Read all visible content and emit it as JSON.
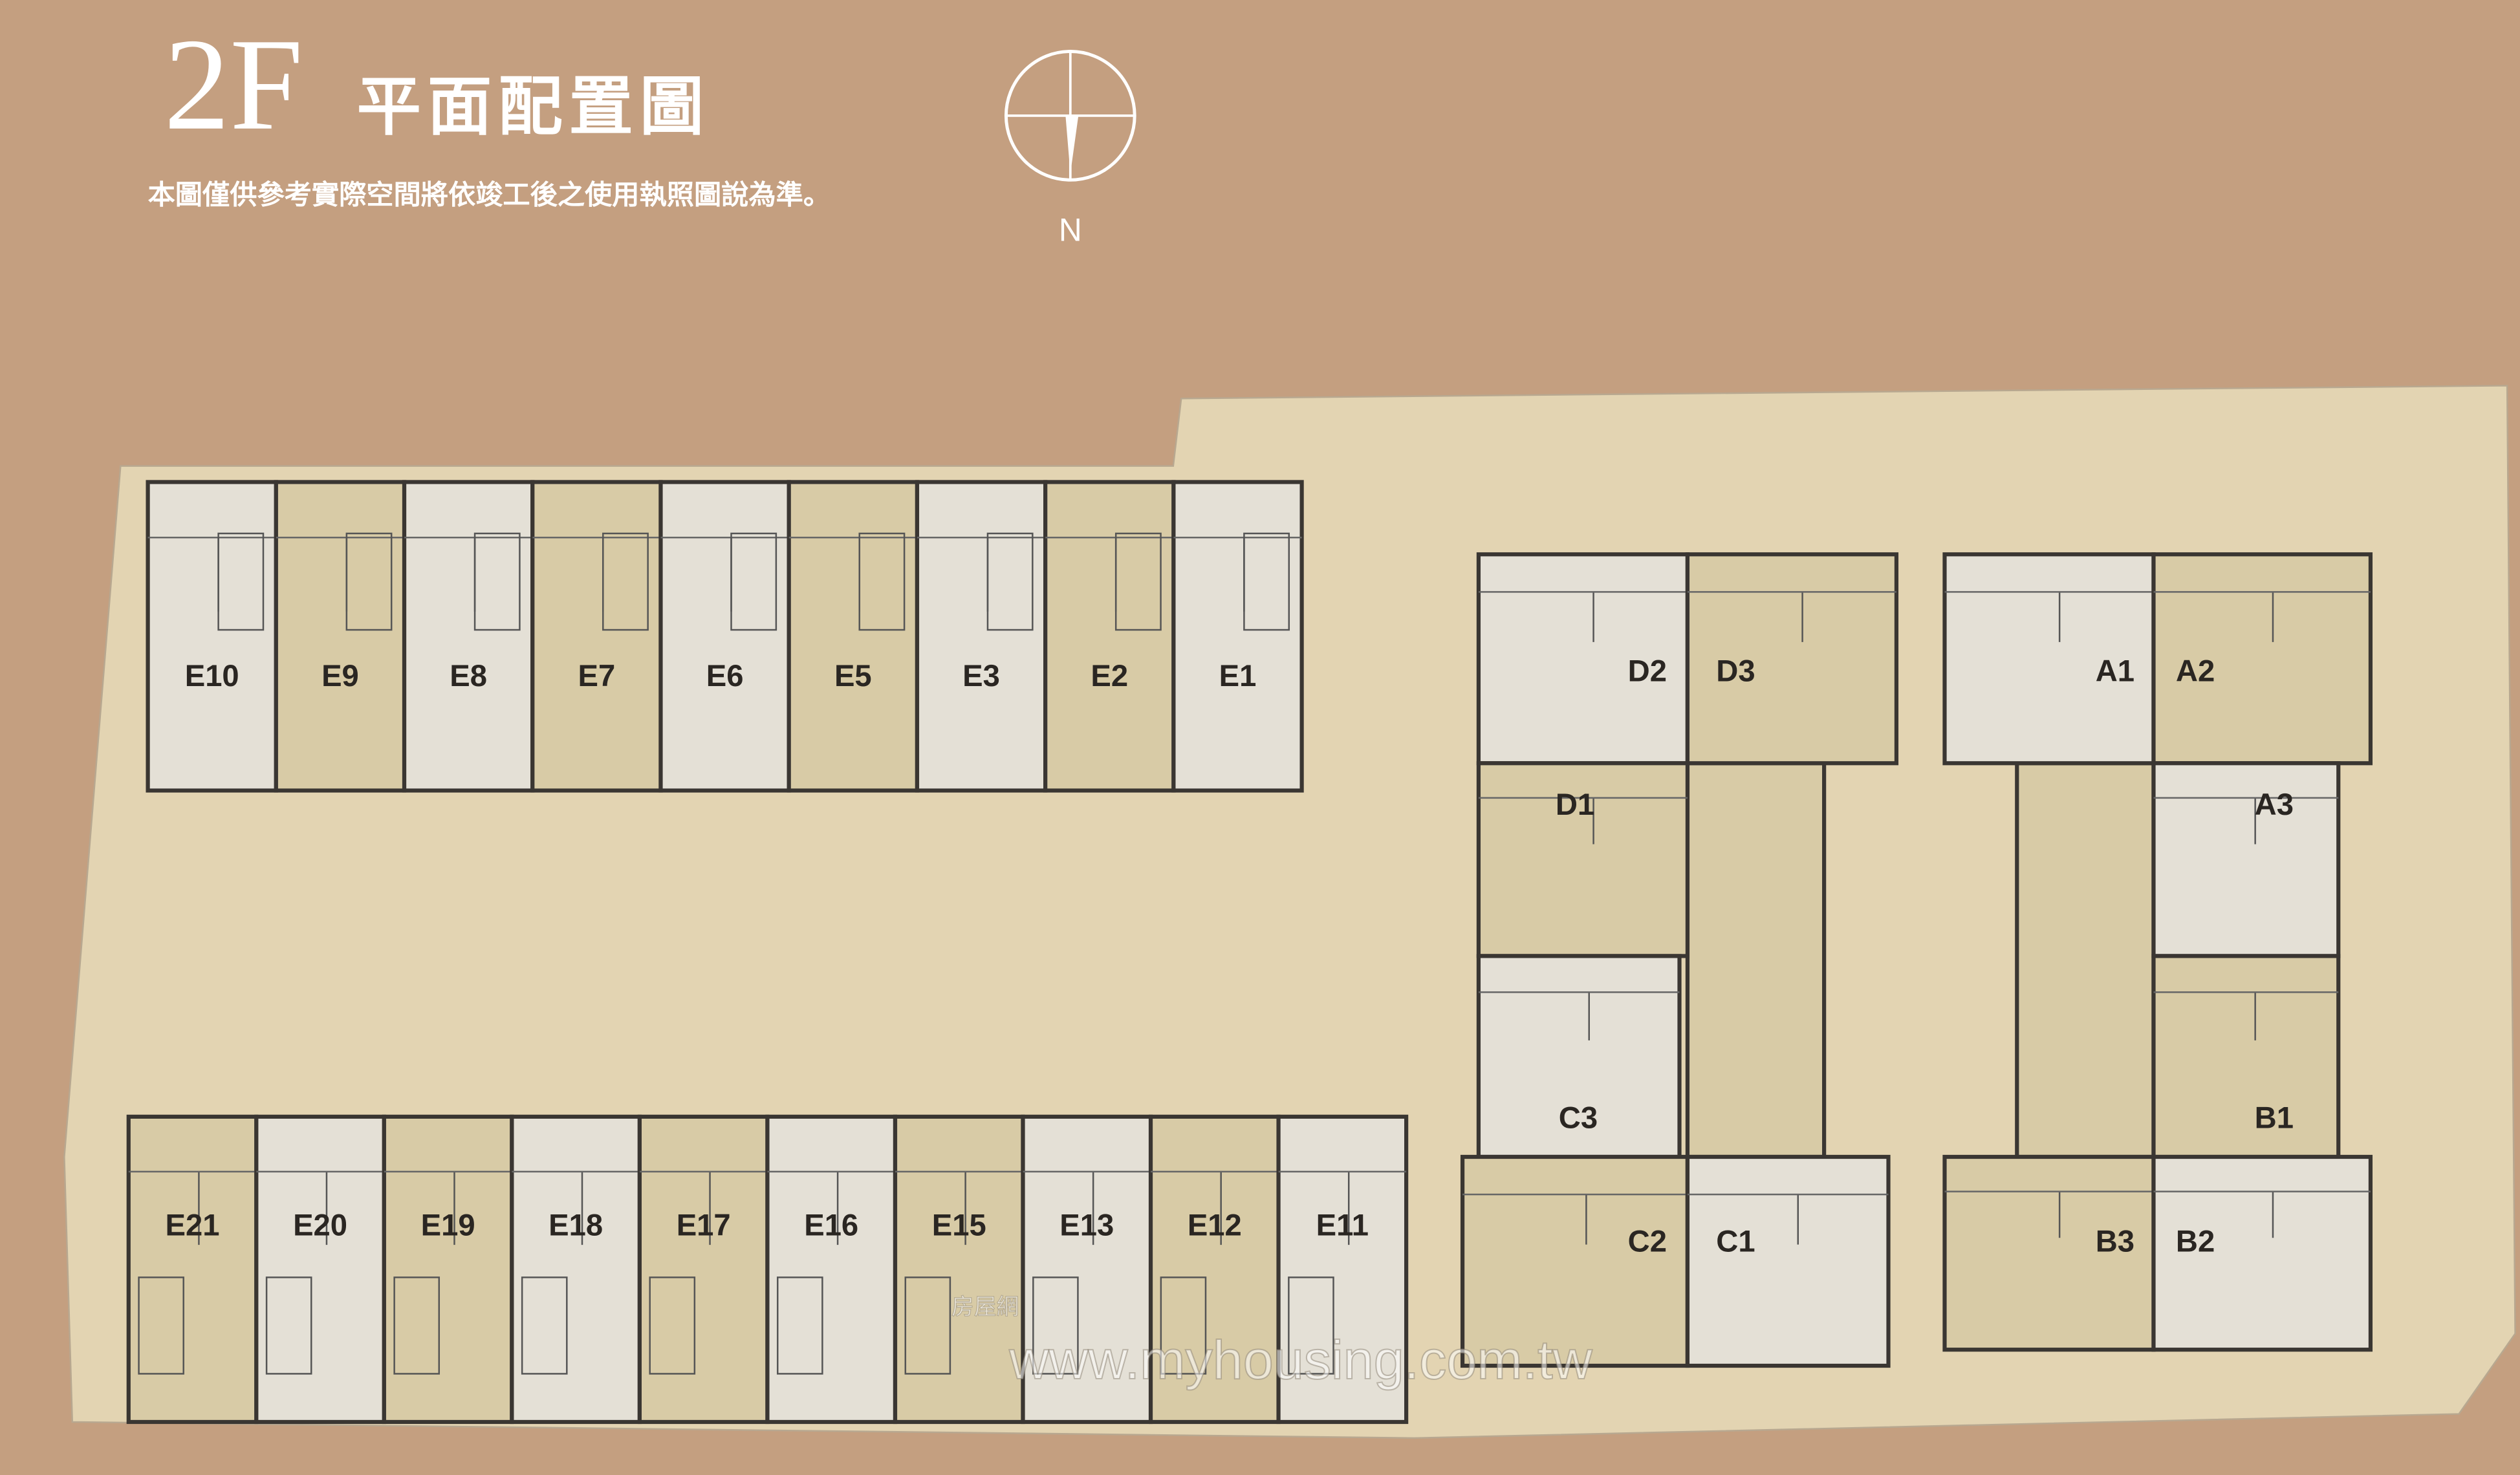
{
  "header": {
    "floor": "2F",
    "title": "平面配置圖",
    "note": "本圖僅供參考實際空間將依竣工後之使用執照圖說為準。"
  },
  "compass": {
    "label": "N"
  },
  "colors": {
    "background": "#c49f80",
    "site": "#e3d4b2",
    "unit_light": "#e4e0d6",
    "unit_tan": "#d8cba6",
    "wall": "#3a3632"
  },
  "units": {
    "row_north": [
      {
        "id": "E10",
        "tone": "light"
      },
      {
        "id": "E9",
        "tone": "tan"
      },
      {
        "id": "E8",
        "tone": "light"
      },
      {
        "id": "E7",
        "tone": "tan"
      },
      {
        "id": "E6",
        "tone": "light"
      },
      {
        "id": "E5",
        "tone": "tan"
      },
      {
        "id": "E3",
        "tone": "light"
      },
      {
        "id": "E2",
        "tone": "tan"
      },
      {
        "id": "E1",
        "tone": "light"
      }
    ],
    "row_south": [
      {
        "id": "E21",
        "tone": "tan"
      },
      {
        "id": "E20",
        "tone": "light"
      },
      {
        "id": "E19",
        "tone": "tan"
      },
      {
        "id": "E18",
        "tone": "light"
      },
      {
        "id": "E17",
        "tone": "tan"
      },
      {
        "id": "E16",
        "tone": "light"
      },
      {
        "id": "E15",
        "tone": "tan"
      },
      {
        "id": "E13",
        "tone": "light"
      },
      {
        "id": "E12",
        "tone": "tan"
      },
      {
        "id": "E11",
        "tone": "light"
      }
    ],
    "building_dc": [
      {
        "id": "D2",
        "tone": "light"
      },
      {
        "id": "D3",
        "tone": "tan"
      },
      {
        "id": "D1",
        "tone": "tan"
      },
      {
        "id": "C3",
        "tone": "light"
      },
      {
        "id": "C2",
        "tone": "tan"
      },
      {
        "id": "C1",
        "tone": "light"
      }
    ],
    "building_ab": [
      {
        "id": "A1",
        "tone": "light"
      },
      {
        "id": "A2",
        "tone": "tan"
      },
      {
        "id": "A3",
        "tone": "light"
      },
      {
        "id": "B1",
        "tone": "tan"
      },
      {
        "id": "B3",
        "tone": "tan"
      },
      {
        "id": "B2",
        "tone": "light"
      }
    ]
  },
  "watermark": {
    "brand": "房屋網",
    "url": "www.myhousing.com.tw"
  }
}
